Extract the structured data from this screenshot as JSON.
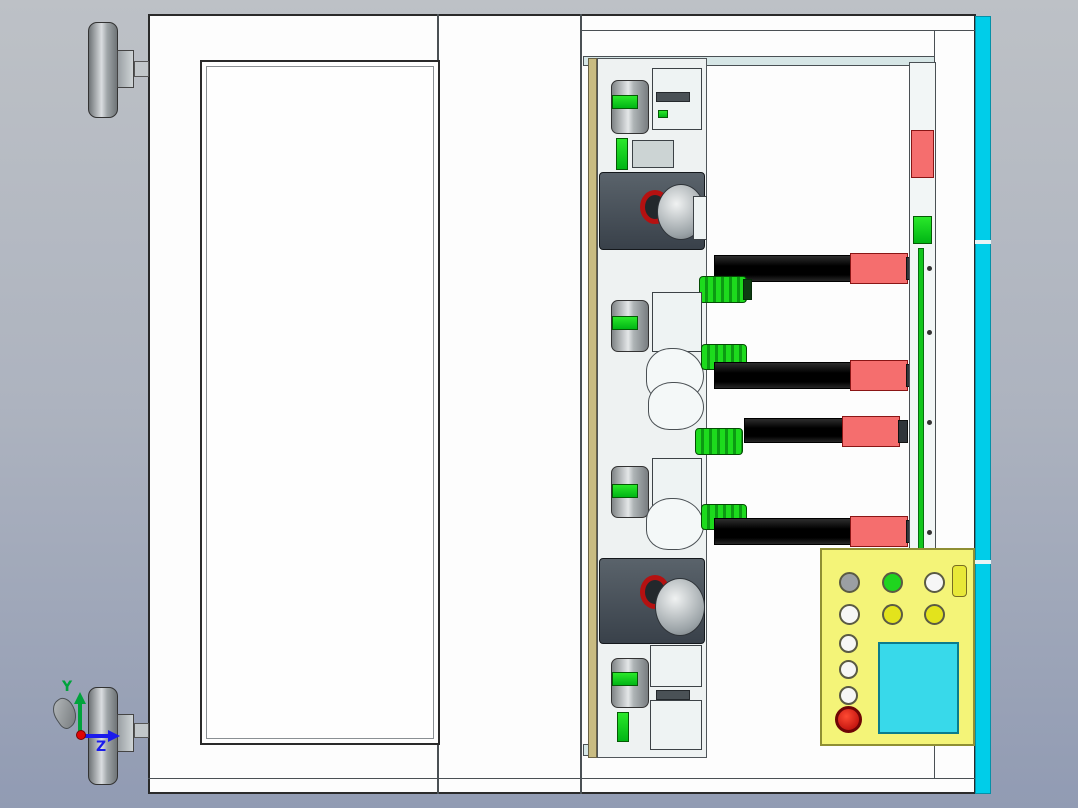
{
  "triad": {
    "y_label": "Y",
    "z_label": "Z",
    "y_color": "#00a33c",
    "z_color": "#1b1bec",
    "origin_color": "#e00505"
  },
  "machine": {
    "frame_color": "#fdfdfd",
    "outline_color": "#2a2a2a",
    "side_extrusion_color": "#00cde9",
    "linear_rail_color": "#0a0a0a",
    "carriage_color": "#f56e6e",
    "actuator_green": "#17cf1f",
    "cylinder_gray": "#b9bec0",
    "mount_plate_tan": "#c9bc82",
    "clamp_body_color": "#474f57",
    "clamp_ring_color": "#b51111"
  },
  "control_panel": {
    "body_color": "#f4f478",
    "screen_color": "#38d9ea",
    "buttons": [
      {
        "name": "button-gray",
        "color": "#9b9fa3"
      },
      {
        "name": "button-green",
        "color": "#1fd41f"
      },
      {
        "name": "button-white-top",
        "color": "#f6f6f6"
      },
      {
        "name": "selector-switch",
        "color": "#e8e838"
      },
      {
        "name": "button-white-mid",
        "color": "#f6f6f6"
      },
      {
        "name": "button-yellow-1",
        "color": "#e3e31c"
      },
      {
        "name": "button-yellow-2",
        "color": "#e3e31c"
      },
      {
        "name": "button-aux-1",
        "color": "#f6f6f6"
      },
      {
        "name": "button-aux-2",
        "color": "#f6f6f6"
      },
      {
        "name": "button-aux-3",
        "color": "#f6f6f6"
      },
      {
        "name": "emergency-stop",
        "color": "#dc0f0f"
      }
    ]
  }
}
